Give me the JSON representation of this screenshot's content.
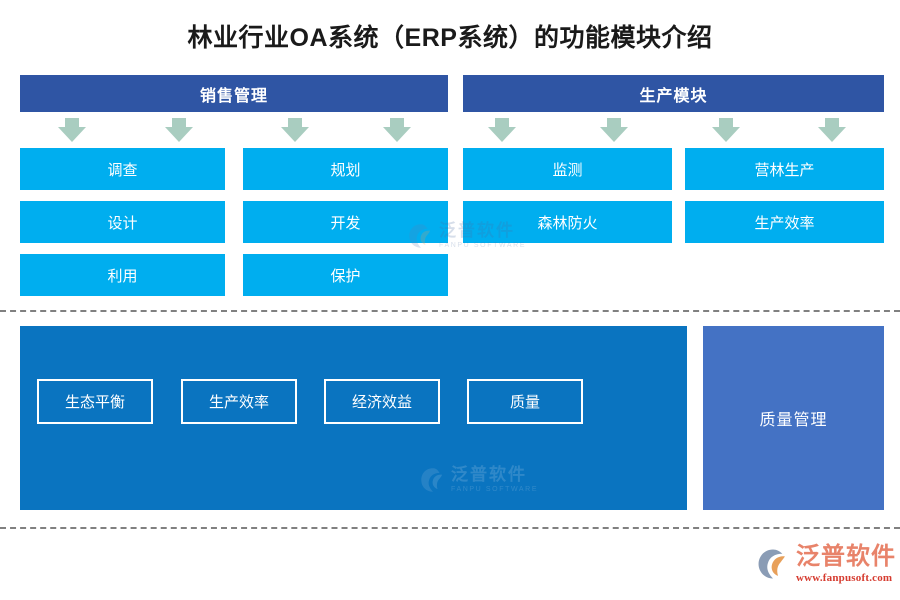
{
  "page": {
    "title": "林业行业OA系统（ERP系统）的功能模块介绍",
    "background_color": "#ffffff"
  },
  "colors": {
    "header_bar": "#2f55a4",
    "module_box": "#00aeef",
    "arrow": "#a9cdc0",
    "bottom_panel": "#0a74c0",
    "side_panel": "#4472c4",
    "divider": "#808080",
    "title_text": "#1a1a1a",
    "logo_cn": "#e8836a",
    "logo_url": "#d63b2f"
  },
  "top_section": {
    "groups": [
      {
        "header": "销售管理"
      },
      {
        "header": "生产模块"
      }
    ],
    "arrows": [
      "down-arrow-1",
      "down-arrow-2",
      "down-arrow-3",
      "down-arrow-4",
      "down-arrow-5",
      "down-arrow-6",
      "down-arrow-7",
      "down-arrow-8"
    ],
    "columns": [
      {
        "boxes": [
          "调查",
          "设计",
          "利用"
        ]
      },
      {
        "boxes": [
          "规划",
          "开发",
          "保护"
        ]
      },
      {
        "boxes": [
          "监测",
          "森林防火"
        ]
      },
      {
        "boxes": [
          "营林生产",
          "生产效率"
        ]
      }
    ]
  },
  "bottom_section": {
    "main_panel": {
      "chips": [
        "生态平衡",
        "生产效率",
        "经济效益",
        "质量"
      ]
    },
    "side_panel": {
      "label": "质量管理"
    }
  },
  "watermark": {
    "cn": "泛普软件",
    "en": "FANPU SOFTWARE"
  },
  "footer": {
    "brand": "泛普软件",
    "url": "www.fanpusoft.com"
  }
}
